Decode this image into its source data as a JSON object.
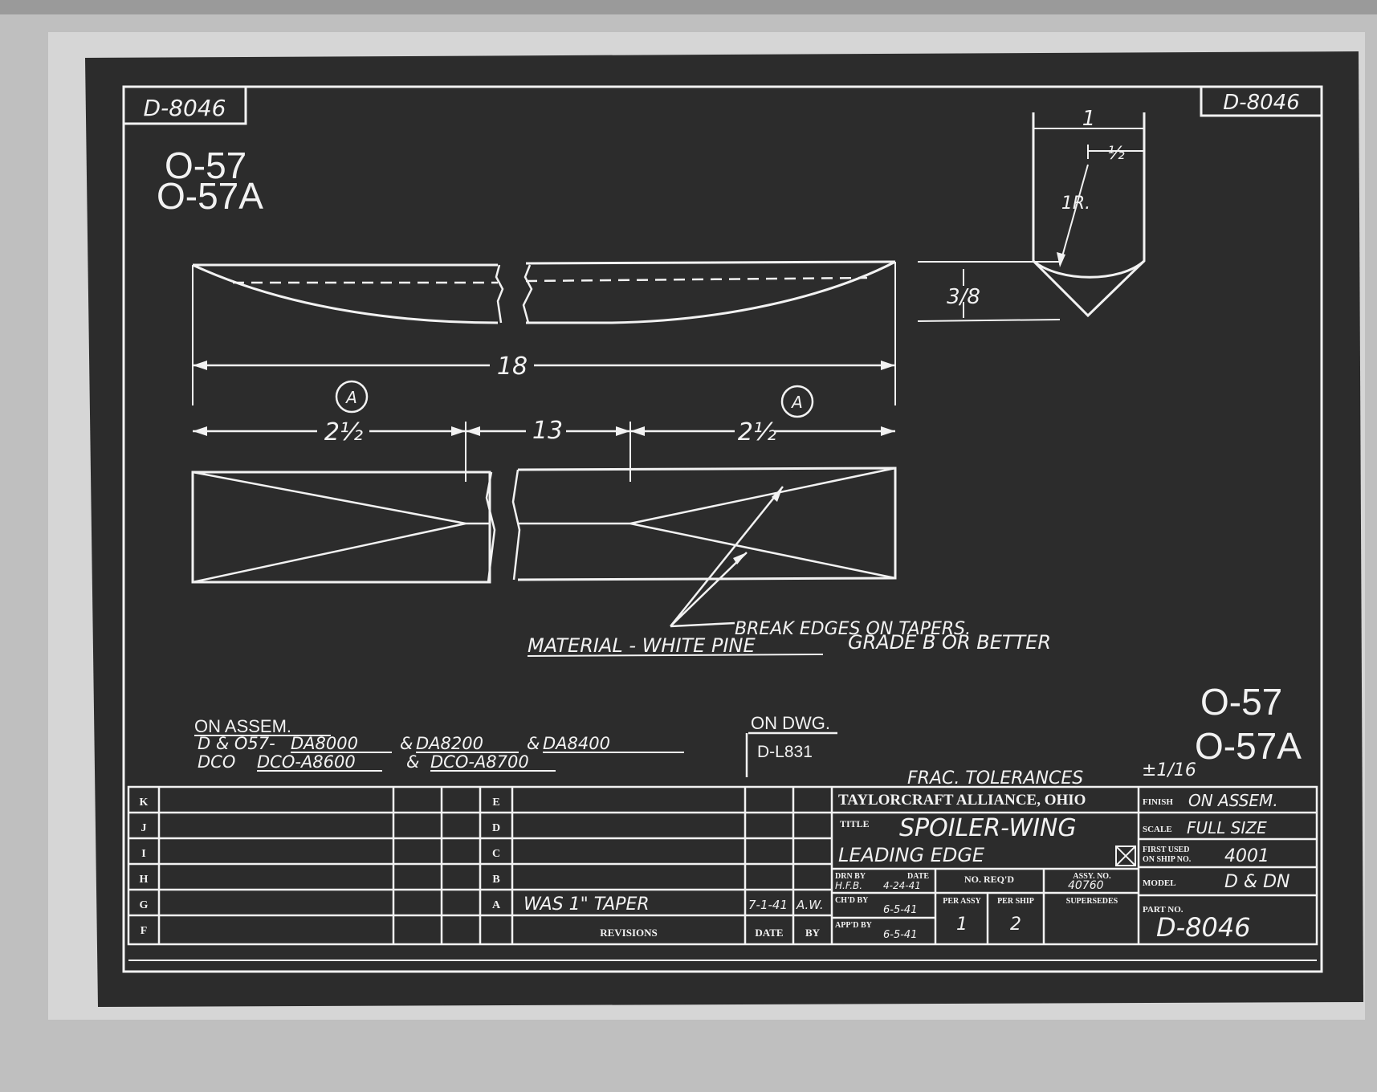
{
  "drawing_number": "D-8046",
  "model_codes": [
    "O-57",
    "O-57A"
  ],
  "dimensions": {
    "overall_length": "18",
    "end_taper_left": "2½",
    "middle_length": "13",
    "end_taper_right": "2½",
    "section_width": "1",
    "section_half_width": "½",
    "section_radius": "1R.",
    "section_thickness": "3/8",
    "section_marker": "A"
  },
  "notes": {
    "break_edges": "BREAK EDGES ON TAPERS.",
    "material": "MATERIAL - WHITE PINE",
    "grade": "GRADE B OR BETTER",
    "tolerances": "FRAC. TOLERANCES",
    "tolerance_value": "±1/16"
  },
  "on_assembly": {
    "heading": "ON ASSEM.",
    "line1_prefix": "D & O57-",
    "line1_parts": [
      "DA8000",
      "DA8200",
      "DA8400"
    ],
    "line2_prefix": "DCO",
    "line2_parts": [
      "DCO-A8600",
      "DCO-A8700"
    ],
    "joiner": "&"
  },
  "on_drawing": {
    "heading": "ON DWG.",
    "value": "D-L831"
  },
  "revisions": {
    "left_letters": [
      "K",
      "J",
      "I",
      "H",
      "G",
      "F"
    ],
    "right_letters": [
      "E",
      "D",
      "C",
      "B",
      "A"
    ],
    "entry_a": {
      "text": "WAS 1\" TAPER",
      "date": "7-1-41",
      "by": "A.W."
    },
    "footer_label": "REVISIONS",
    "date_label": "DATE",
    "by_label": "BY"
  },
  "title_block": {
    "company": "TAYLORCRAFT  ALLIANCE, OHIO",
    "title_label": "TITLE",
    "title_line1": "SPOILER-WING",
    "title_line2": "LEADING EDGE",
    "drawn_by_label": "DRN BY",
    "drawn_by": "H.F.B.",
    "date_label": "DATE",
    "drawn_date": "4-24-41",
    "checked_label": "CH'D BY",
    "checked_date": "6-5-41",
    "approved_label": "APP'D BY",
    "approved_date": "6-5-41",
    "no_reqd_label": "NO. REQ'D",
    "per_assy_label": "PER ASSY",
    "per_ship_label": "PER SHIP",
    "per_assy": "1",
    "per_ship": "2",
    "assy_no_label": "ASSY. NO.",
    "assy_no": "40760",
    "supersedes_label": "SUPERSEDES",
    "finish_label": "FINISH",
    "finish": "ON ASSEM.",
    "scale_label": "SCALE",
    "scale": "FULL SIZE",
    "first_used_label1": "FIRST USED",
    "first_used_label2": "ON SHIP NO.",
    "first_used": "4001",
    "model_label": "MODEL",
    "model": "D & DN",
    "part_no_label": "PART NO.",
    "part_no": "D-8046"
  }
}
